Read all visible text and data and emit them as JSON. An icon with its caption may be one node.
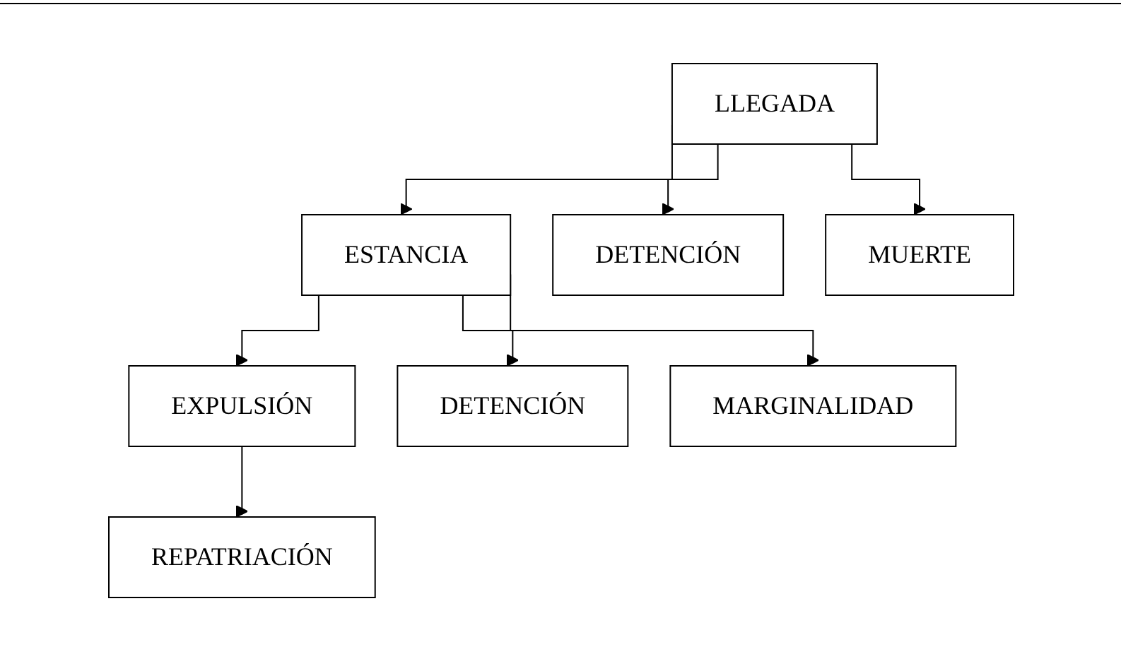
{
  "diagram": {
    "nodes": [
      {
        "text": [
          "LLEGADA"
        ]
      },
      {
        "text": [
          "ESTANCIA"
        ]
      },
      {
        "text": [
          "EXPULSIÓN"
        ]
      },
      {
        "text": [
          "DETENCIÓN"
        ]
      },
      {
        "text": [
          "MUERTE"
        ]
      },
      {
        "text": [
          "DETENCIÓN"
        ]
      },
      {
        "text": [
          "MARGINALIDAD"
        ]
      },
      {
        "text": [
          "REPATRIACIÓN"
        ]
      }
    ],
    "edges": [
      {
        "from": 0,
        "to": 1,
        "arrow": "to"
      },
      {
        "from": 1,
        "to": 2,
        "arrow": "to"
      },
      {
        "from": 0,
        "to": 3,
        "arrow": "to"
      },
      {
        "from": 0,
        "to": 4,
        "arrow": "to"
      },
      {
        "from": 1,
        "to": 5,
        "arrow": "to"
      },
      {
        "from": 1,
        "to": 6,
        "arrow": "to"
      },
      {
        "from": 2,
        "to": 7,
        "arrow": "to"
      }
    ]
  }
}
